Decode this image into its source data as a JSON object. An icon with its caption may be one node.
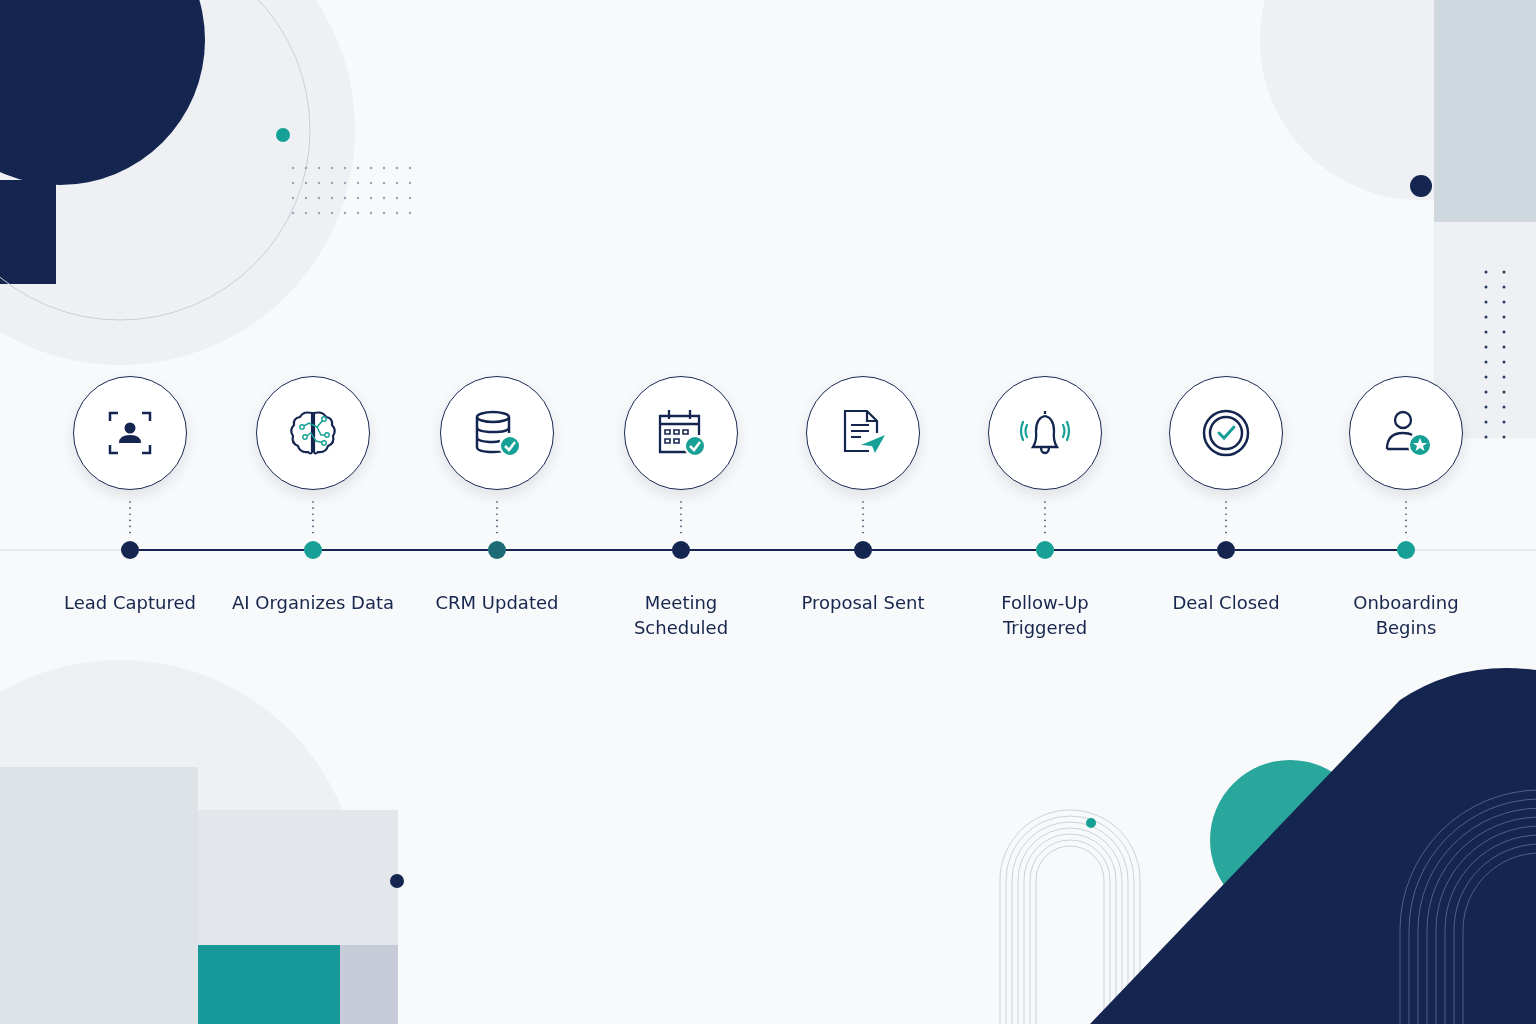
{
  "diagram": {
    "nodes": [
      {
        "text": [],
        "shape": "circle"
      },
      {
        "text": [],
        "shape": "circle"
      },
      {
        "text": [],
        "shape": "circle"
      },
      {
        "text": [],
        "shape": "circle"
      },
      {
        "text": [],
        "shape": "circle"
      },
      {
        "text": [],
        "shape": "circle"
      },
      {
        "text": [],
        "shape": "circle"
      },
      {
        "text": [],
        "shape": "circle"
      },
      {
        "text": [],
        "shape": "circle",
        "beside": [
          "Lead Captured"
        ]
      },
      {
        "text": [],
        "shape": "circle",
        "beside": [
          "AI Organizes Data"
        ]
      },
      {
        "text": [],
        "shape": "circle",
        "beside": [
          "CRM Updated"
        ]
      },
      {
        "text": [],
        "shape": "circle",
        "beside": [
          "Meeting Scheduled"
        ]
      },
      {
        "text": [],
        "shape": "circle",
        "beside": [
          "Proposal Sent"
        ]
      },
      {
        "text": [],
        "shape": "circle",
        "beside": [
          "Follow-Up Triggered"
        ]
      },
      {
        "text": [],
        "shape": "circle",
        "beside": [
          "Deal Closed"
        ]
      },
      {
        "text": [],
        "shape": "circle",
        "beside": [
          "Onboarding Begins"
        ]
      }
    ],
    "edges": [
      {
        "from": 0,
        "to": 8,
        "arrow": "none",
        "style": "dashed"
      },
      {
        "from": 1,
        "to": 9,
        "arrow": "none",
        "style": "dashed"
      },
      {
        "from": 2,
        "to": 10,
        "arrow": "none",
        "style": "dashed"
      },
      {
        "from": 3,
        "to": 11,
        "arrow": "none",
        "style": "dashed"
      },
      {
        "from": 4,
        "to": 12,
        "arrow": "none",
        "style": "dashed"
      },
      {
        "from": 5,
        "to": 13,
        "arrow": "none",
        "style": "dashed"
      },
      {
        "from": 6,
        "to": 14,
        "arrow": "none",
        "style": "dashed"
      },
      {
        "from": 7,
        "to": 15,
        "arrow": "none",
        "style": "dashed"
      },
      {
        "from": 8,
        "to": 9,
        "arrow": "none"
      },
      {
        "from": 9,
        "to": 10,
        "arrow": "none"
      },
      {
        "from": 10,
        "to": 11,
        "arrow": "none"
      },
      {
        "from": 11,
        "to": 12,
        "arrow": "none"
      },
      {
        "from": 12,
        "to": 13,
        "arrow": "none"
      },
      {
        "from": 13,
        "to": 14,
        "arrow": "none"
      },
      {
        "from": 14,
        "to": 15,
        "arrow": "none"
      }
    ]
  }
}
